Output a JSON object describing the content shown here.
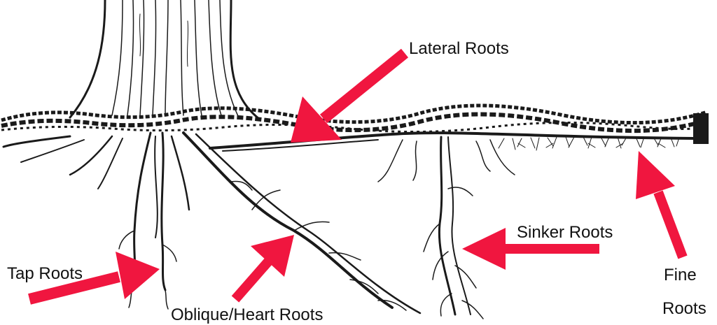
{
  "labels": {
    "lateral": "Lateral Roots",
    "tap": "Tap Roots",
    "oblique": "Oblique/Heart Roots",
    "sinker": "Sinker Roots",
    "fine_line1": "Fine",
    "fine_line2": "Roots"
  },
  "colors": {
    "arrow": "#f0163f",
    "ink": "#1a1a1a",
    "background": "#ffffff"
  }
}
